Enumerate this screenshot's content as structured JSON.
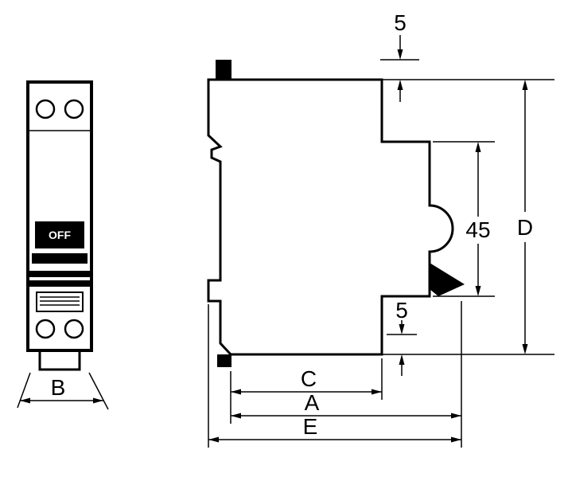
{
  "page": {
    "background": "#ffffff",
    "ink": "#000000",
    "description_labels": {}
  },
  "front_view": {
    "toggle": {
      "label": "OFF",
      "bg": "#000000",
      "fg": "#ffffff"
    },
    "dims": {
      "width": "B"
    }
  },
  "side_view": {
    "dims": {
      "top_offset": "5",
      "rail_height": "45",
      "total_height": "D",
      "bottom_offset": "5",
      "front_depth": "C",
      "body_depth": "A",
      "total_depth": "E"
    }
  }
}
